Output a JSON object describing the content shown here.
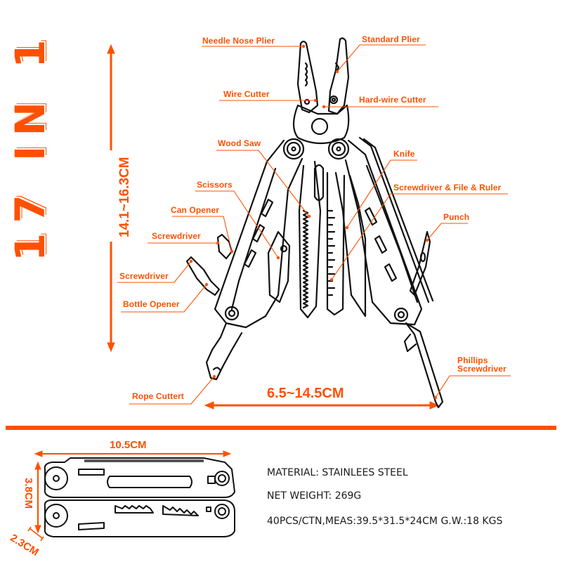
{
  "title": "17 IN 1",
  "accent_color": "#ff5000",
  "line_color": "#111111",
  "dimensions": {
    "open_height": "14.1~16.3CM",
    "open_width": "6.5~14.5CM",
    "closed_length": "10.5CM",
    "closed_height": "3.8CM",
    "closed_thickness": "2.3CM"
  },
  "callouts": [
    {
      "label": "Needle Nose Plier"
    },
    {
      "label": "Standard Plier"
    },
    {
      "label": "Wire Cutter"
    },
    {
      "label": "Hard-wire Cutter"
    },
    {
      "label": "Wood Saw"
    },
    {
      "label": "Knife"
    },
    {
      "label": "Scissors"
    },
    {
      "label": "Screwdriver & File & Ruler"
    },
    {
      "label": "Can Opener"
    },
    {
      "label": "Punch"
    },
    {
      "label": "Screwdriver"
    },
    {
      "label": "Screwdriver"
    },
    {
      "label": "Bottle Opener"
    },
    {
      "label": "Phillips"
    },
    {
      "label": "Screwdriver"
    },
    {
      "label": "Rope Cuttert"
    }
  ],
  "specs": {
    "material": "MATERIAL: STAINLEES STEEL",
    "net_weight": "NET WEIGHT: 269G",
    "packing": "40PCS/CTN,MEAS:39.5*31.5*24CM G.W.:18 KGS"
  }
}
